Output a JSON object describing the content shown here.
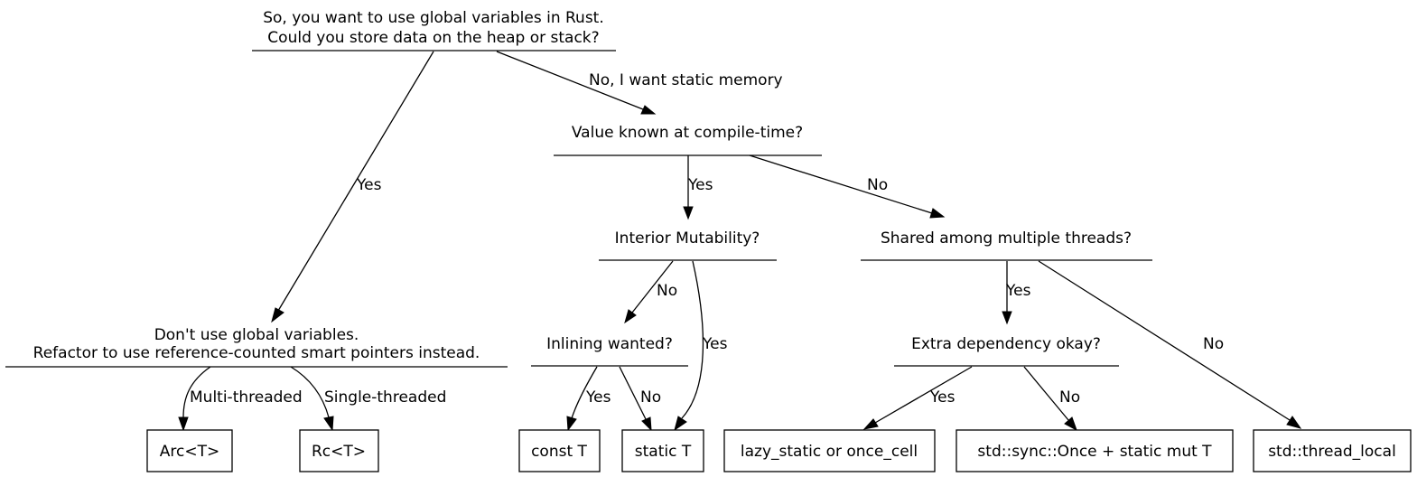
{
  "nodes": {
    "root": [
      "So, you want to use global variables in Rust.",
      "Could you store data on the heap or stack?"
    ],
    "compile_time": "Value known at compile-time?",
    "dont_use": [
      "Don't use global variables.",
      "Refactor to use reference-counted smart pointers instead."
    ],
    "interior": "Interior Mutability?",
    "shared": "Shared among multiple threads?",
    "inlining": "Inlining wanted?",
    "extra_dep": "Extra dependency okay?",
    "arc": "Arc<T>",
    "rc": "Rc<T>",
    "const_t": "const T",
    "static_t": "static T",
    "lazy": "lazy_static or once_cell",
    "sync_once": "std::sync::Once + static mut T",
    "thread_local": "std::thread_local"
  },
  "edges": {
    "root_yes": "Yes",
    "root_no": "No, I want static memory",
    "ct_yes": "Yes",
    "ct_no": "No",
    "multi": "Multi-threaded",
    "single": "Single-threaded",
    "im_no": "No",
    "im_yes": "Yes",
    "sh_yes": "Yes",
    "sh_no": "No",
    "inl_yes": "Yes",
    "inl_no": "No",
    "ed_yes": "Yes",
    "ed_no": "No"
  }
}
